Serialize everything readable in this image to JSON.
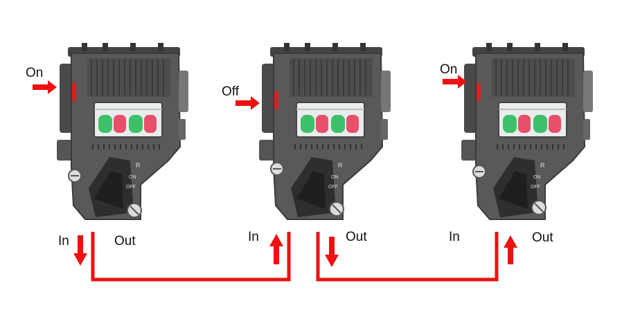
{
  "connectors": [
    {
      "id": "1",
      "switch_label": "On",
      "in_label": "In",
      "out_label": "Out"
    },
    {
      "id": "2",
      "switch_label": "Off",
      "in_label": "In",
      "out_label": "Out"
    },
    {
      "id": "3",
      "switch_label": "On",
      "in_label": "In",
      "out_label": "Out"
    }
  ],
  "device_marks": {
    "r_mark": "R",
    "on_mark": "ON",
    "off_mark": "OFF"
  },
  "colors": {
    "arrow": "#ee1111",
    "cable": "#ee1111",
    "housing": "#555555",
    "led_green": "#3ec06a",
    "led_red": "#e8506a"
  }
}
